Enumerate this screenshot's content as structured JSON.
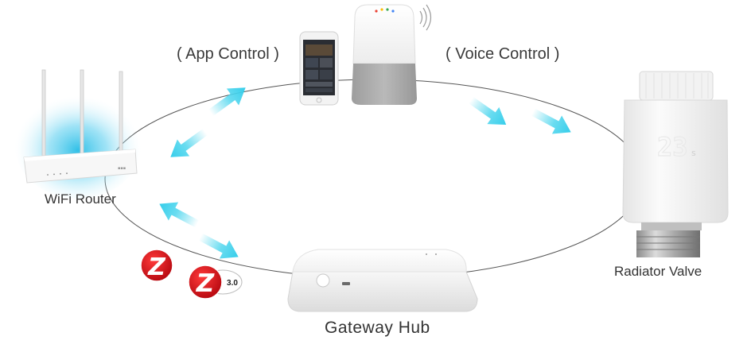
{
  "diagram": {
    "labels": {
      "app_control": "( App Control )",
      "voice_control": "( Voice Control )",
      "wifi_router": "WiFi Router",
      "radiator_valve": "Radiator Valve",
      "gateway_hub": "Gateway Hub"
    },
    "valve_display": "23",
    "valve_display_unit": "s",
    "zigbee_version": "3.0",
    "zigbee_letter": "Z",
    "colors": {
      "arrow": "#4fd6ee",
      "ellipse": "#555555",
      "zigbee_red": "#d8131c",
      "router_glow": "#27bde6",
      "speaker_base": "#a9a9a9",
      "device_white": "#f3f3f3"
    }
  }
}
